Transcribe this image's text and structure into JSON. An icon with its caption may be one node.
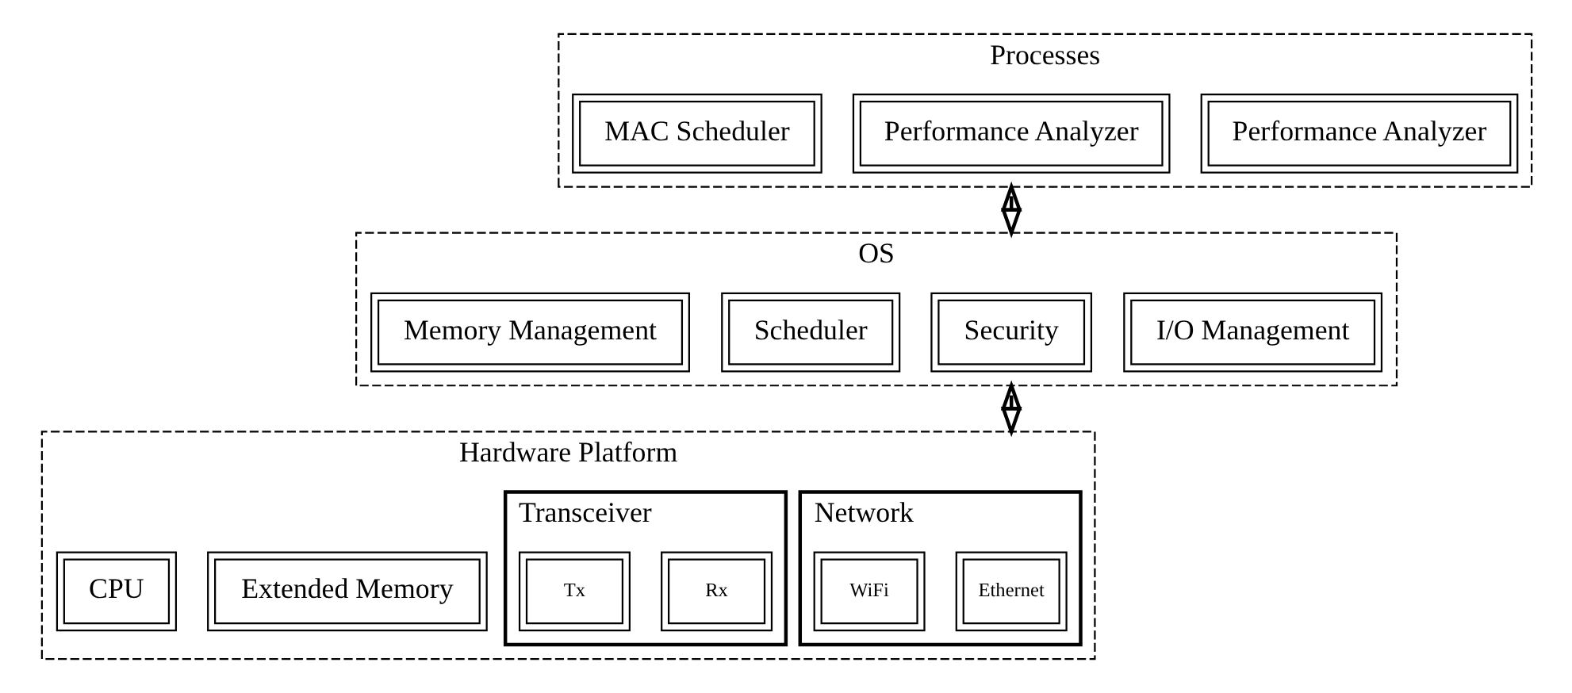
{
  "diagram": {
    "nodes": [
      {
        "text": [
          "Processes"
        ]
      },
      {
        "text": [
          "MAC Scheduler"
        ],
        "in": 0
      },
      {
        "text": [
          "Performance Analyzer"
        ],
        "in": 0
      },
      {
        "text": [
          "Performance Analyzer"
        ],
        "in": 0
      },
      {
        "text": [
          "OS"
        ]
      },
      {
        "text": [
          "Memory Management"
        ],
        "in": 4
      },
      {
        "text": [
          "Scheduler"
        ],
        "in": 4
      },
      {
        "text": [
          "Security"
        ],
        "in": 4
      },
      {
        "text": [
          "I/O Management"
        ],
        "in": 4
      },
      {
        "text": [
          "Hardware Platform"
        ]
      },
      {
        "text": [
          "CPU"
        ],
        "in": 9
      },
      {
        "text": [
          "Extended Memory"
        ],
        "in": 9
      },
      {
        "text": [
          "Network"
        ],
        "in": 9
      },
      {
        "text": [
          "WiFi"
        ],
        "in": 12
      },
      {
        "text": [
          "Ethernet"
        ],
        "in": 12
      },
      {
        "text": [
          "Transceiver"
        ],
        "in": 9
      },
      {
        "text": [
          "Tx"
        ],
        "in": 15
      },
      {
        "text": [
          "Rx"
        ],
        "in": 15
      }
    ],
    "edges": [
      {
        "from": 0,
        "to": 4,
        "arrow": "both"
      },
      {
        "from": 4,
        "to": 9,
        "arrow": "both"
      }
    ]
  }
}
